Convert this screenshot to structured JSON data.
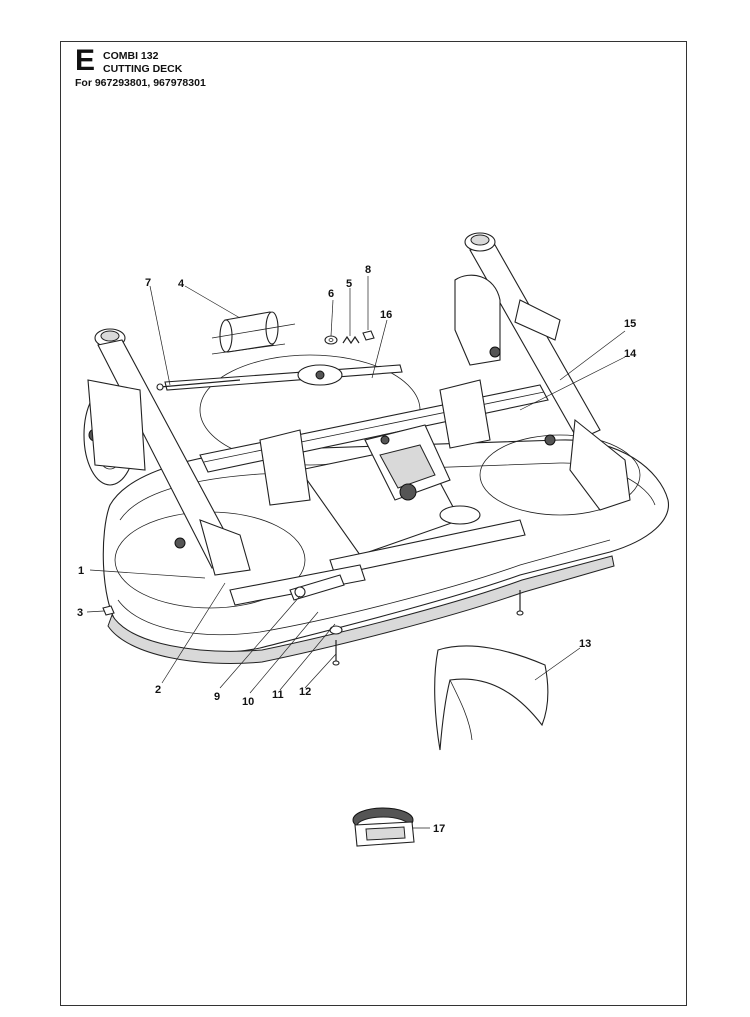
{
  "header": {
    "section_letter": "E",
    "model": "COMBI 132",
    "subtitle": "CUTTING DECK",
    "applies_to": "For 967293801, 967978301"
  },
  "callouts": [
    "1",
    "2",
    "3",
    "4",
    "5",
    "6",
    "7",
    "8",
    "9",
    "10",
    "11",
    "12",
    "13",
    "14",
    "15",
    "16",
    "17"
  ],
  "colors": {
    "line": "#222222",
    "shade": "#d9d9d9",
    "background": "#ffffff"
  }
}
